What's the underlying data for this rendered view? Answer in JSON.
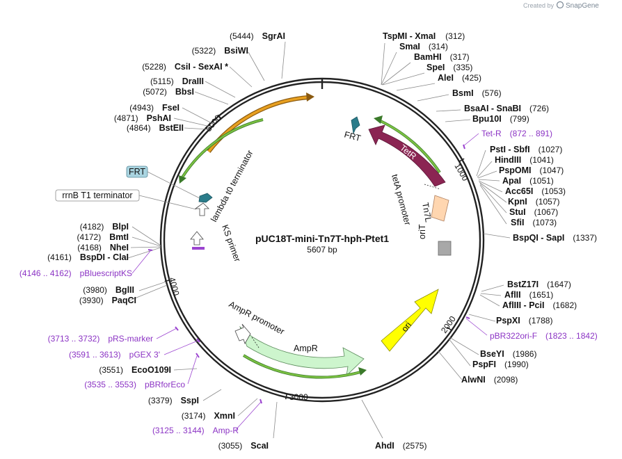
{
  "credit": {
    "prefix": "Created by",
    "brand": "SnapGene"
  },
  "plasmid": {
    "name": "pUC18T-mini-Tn7T-hph-Ptet1",
    "size": "5607 bp"
  },
  "ticks": [
    "1000",
    "2000",
    "3000",
    "4000",
    "5000"
  ],
  "sites": [
    {
      "name": "TspMI - XmaI",
      "pos": "(312)"
    },
    {
      "name": "SmaI",
      "pos": "(314)"
    },
    {
      "name": "BamHI",
      "pos": "(317)"
    },
    {
      "name": "SpeI",
      "pos": "(335)"
    },
    {
      "name": "AleI",
      "pos": "(425)"
    },
    {
      "name": "BsmI",
      "pos": "(576)"
    },
    {
      "name": "BsaAI - SnaBI",
      "pos": "(726)"
    },
    {
      "name": "Bpu10I",
      "pos": "(799)"
    },
    {
      "name": "PstI - SbfI",
      "pos": "(1027)"
    },
    {
      "name": "HindIII",
      "pos": "(1041)"
    },
    {
      "name": "PspOMI",
      "pos": "(1047)"
    },
    {
      "name": "ApaI",
      "pos": "(1051)"
    },
    {
      "name": "Acc65I",
      "pos": "(1053)"
    },
    {
      "name": "KpnI",
      "pos": "(1057)"
    },
    {
      "name": "StuI",
      "pos": "(1067)"
    },
    {
      "name": "SfiI",
      "pos": "(1073)"
    },
    {
      "name": "BspQI - SapI",
      "pos": "(1337)"
    },
    {
      "name": "BstZ17I",
      "pos": "(1647)"
    },
    {
      "name": "AflII",
      "pos": "(1651)"
    },
    {
      "name": "AflIII - PciI",
      "pos": "(1682)"
    },
    {
      "name": "PspXI",
      "pos": "(1788)"
    },
    {
      "name": "BseYI",
      "pos": "(1986)"
    },
    {
      "name": "PspFI",
      "pos": "(1990)"
    },
    {
      "name": "AlwNI",
      "pos": "(2098)"
    },
    {
      "name": "AhdI",
      "pos": "(2575)"
    },
    {
      "name": "ScaI",
      "pos": "(3055)"
    },
    {
      "name": "XmnI",
      "pos": "(3174)"
    },
    {
      "name": "SspI",
      "pos": "(3379)"
    },
    {
      "name": "EcoO109I",
      "pos": "(3551)"
    },
    {
      "name": "BglII",
      "pos": "(3980)"
    },
    {
      "name": "PaqCI",
      "pos": "(3930)"
    },
    {
      "name": "BspDI - ClaI",
      "pos": "(4161)"
    },
    {
      "name": "NheI",
      "pos": "(4168)"
    },
    {
      "name": "BmtI",
      "pos": "(4172)"
    },
    {
      "name": "BlpI",
      "pos": "(4182)"
    },
    {
      "name": "BstEII",
      "pos": "(4864)"
    },
    {
      "name": "PshAI",
      "pos": "(4871)"
    },
    {
      "name": "FseI",
      "pos": "(4943)"
    },
    {
      "name": "BbsI",
      "pos": "(5072)"
    },
    {
      "name": "DraIII",
      "pos": "(5115)"
    },
    {
      "name": "CsiI - SexAI *",
      "pos": "(5228)"
    },
    {
      "name": "BsiWI",
      "pos": "(5322)"
    },
    {
      "name": "SgrAI",
      "pos": "(5444)"
    }
  ],
  "primers": [
    {
      "name": "Tet-R",
      "range": "(872 .. 891)"
    },
    {
      "name": "pBR322ori-F",
      "range": "(1823 .. 1842)"
    },
    {
      "name": "Amp-R",
      "range": "(3125 .. 3144)"
    },
    {
      "name": "pBRforEco",
      "range": "(3535 .. 3553)"
    },
    {
      "name": "pGEX 3'",
      "range": "(3591 .. 3613)"
    },
    {
      "name": "pRS-marker",
      "range": "(3713 .. 3732)"
    },
    {
      "name": "pBluescriptKS",
      "range": "(4146 .. 4162)"
    }
  ],
  "features": {
    "frt_1": "FRT",
    "tetr": "TetR",
    "tetA_promoter": "tetA promoter",
    "tn7l": "Tn7L",
    "orit": "oriT",
    "ori": "ori",
    "ampr": "AmpR",
    "ampr_promoter": "AmpR promoter",
    "ks_primer": "KS primer",
    "lambda_t0": "lambda t0 terminator",
    "frt_box": "FRT",
    "rrnb_box": "rrnB T1 terminator"
  },
  "colors": {
    "backbone": "#222222",
    "tetr": "#8b2553",
    "ori": "#ffff00",
    "ampr": "#cdf5cd",
    "tn7l": "#ffd6b0",
    "orit": "#a8a8a8",
    "frt": "#2b7c8a",
    "orf_arrow": "#7cc242",
    "gold_arrow": "#e8a020",
    "primer": "#9b44d0"
  }
}
